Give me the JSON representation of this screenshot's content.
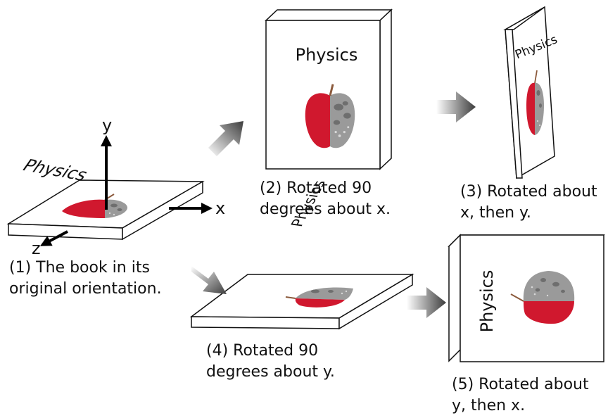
{
  "book_title": "Physics",
  "axes": {
    "x": "x",
    "y": "y",
    "z": "z"
  },
  "captions": {
    "c1": [
      "(1) The book in its",
      "original orientation."
    ],
    "c2": [
      "(2) Rotated 90",
      "degrees about x."
    ],
    "c3": [
      "(3) Rotated about",
      "x, then y."
    ],
    "c4": [
      "(4) Rotated 90",
      "degrees about y."
    ],
    "c5": [
      "(5) Rotated about",
      "y, then x."
    ]
  },
  "colors": {
    "apple_red": "#d0182e",
    "apple_gray": "#9a9a9a",
    "crater": "#6e6e6e",
    "stem": "#8b5a3c",
    "book_edge": "#111111",
    "arrow_dark": "#404040",
    "arrow_light": "#ffffff"
  }
}
